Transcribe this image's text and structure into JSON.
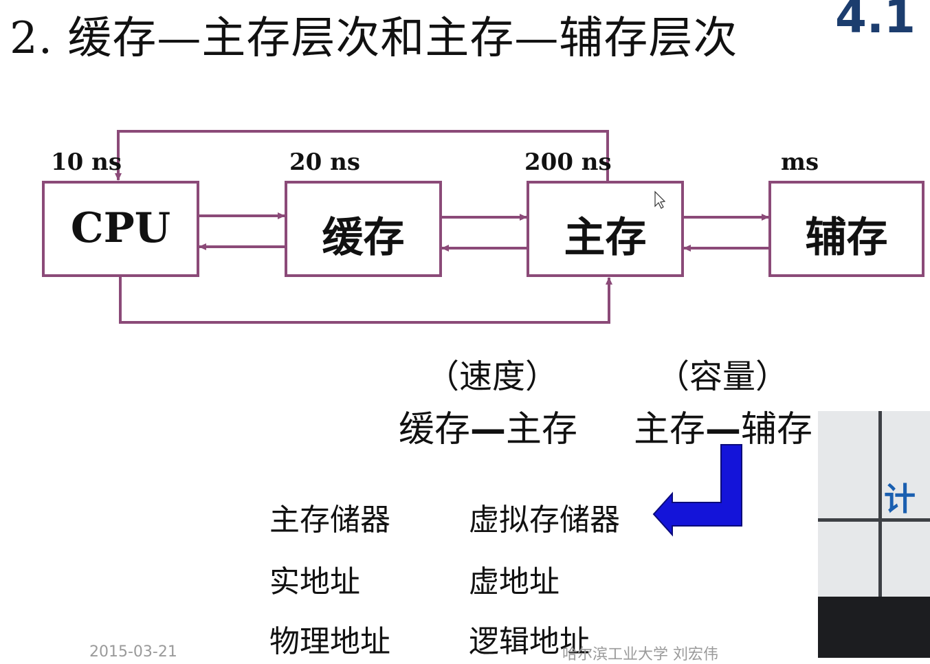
{
  "slide": {
    "title": "2.  缓存—主存层次和主存—辅存层次",
    "section_number": "4.1"
  },
  "diagram": {
    "boxes": [
      {
        "id": "cpu",
        "label": "CPU",
        "access_time": "10 ns"
      },
      {
        "id": "cache",
        "label": "缓存",
        "access_time": "20 ns"
      },
      {
        "id": "main",
        "label": "主存",
        "access_time": "200 ns"
      },
      {
        "id": "aux",
        "label": "辅存",
        "access_time": "ms"
      }
    ],
    "line_color": "#8b4a78",
    "arrow_color": "#1414d9"
  },
  "hierarchies": {
    "speed_paren": "（速度）",
    "capacity_paren": "（容量）",
    "cache_main_a": "缓存",
    "cache_main_b": "主存",
    "main_aux_a": "主存",
    "main_aux_b": "辅存",
    "dash": "—"
  },
  "terms": {
    "left": [
      "主存储器",
      "实地址",
      "物理地址"
    ],
    "right": [
      "虚拟存储器",
      "虚地址",
      "逻辑地址"
    ]
  },
  "footer": {
    "date": "2015-03-21",
    "institution": "哈尔滨工业大学  刘宏伟"
  },
  "video": {
    "sign_text": "计"
  }
}
